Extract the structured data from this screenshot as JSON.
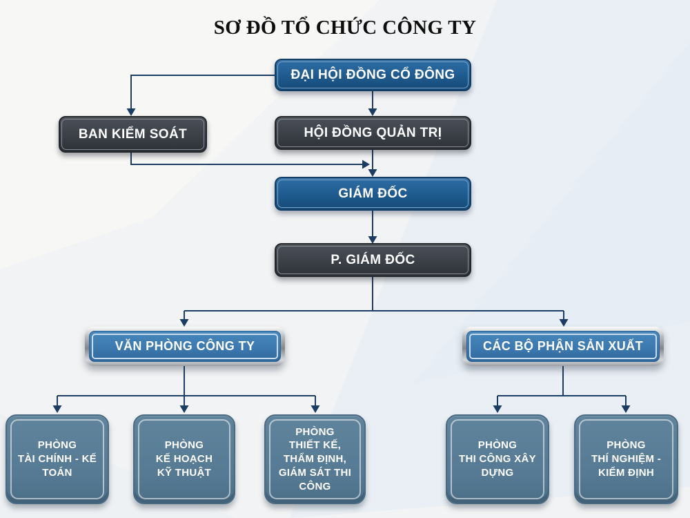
{
  "title": "SƠ ĐỒ TỔ CHỨC CÔNG TY",
  "nodes": {
    "shareholders": {
      "label": "ĐẠI HỘI ĐỒNG CỔ ĐÔNG"
    },
    "supervisory_board": {
      "label": "BAN KIỂM SOÁT"
    },
    "board_of_directors": {
      "label": "HỘI ĐỒNG QUẢN TRỊ"
    },
    "director": {
      "label": "GIÁM ĐỐC"
    },
    "deputy_director": {
      "label": "P. GIÁM ĐỐC"
    },
    "company_office": {
      "label": "VĂN PHÒNG CÔNG TY"
    },
    "production_departments": {
      "label": "CÁC BỘ PHẬN SẢN XUẤT"
    },
    "finance_accounting": {
      "label": "PHÒNG\nTÀI CHÍNH - KẾ\nTOÁN"
    },
    "planning_technical": {
      "label": "PHÒNG\nKẾ HOẠCH\nKỸ THUẬT"
    },
    "design_appraisal_supervision": {
      "label": "PHÒNG\nTHIẾT KẾ,\nTHẨM ĐỊNH,\nGIÁM SÁT THI\nCÔNG"
    },
    "construction": {
      "label": "PHÒNG\nTHI CÔNG XÂY\nDỰNG"
    },
    "testing_inspection": {
      "label": "PHÒNG\nTHÍ NGHIỆM -\nKIỂM ĐỊNH"
    }
  },
  "colors": {
    "primary_blue": "#1f5a8d",
    "dark_gray": "#3a3f46",
    "steel_blue": "#3b78ad",
    "slate_blue": "#567a93",
    "connector": "#1d3c63",
    "background": "#f2f3f4",
    "title_text": "#0e0e0e"
  }
}
